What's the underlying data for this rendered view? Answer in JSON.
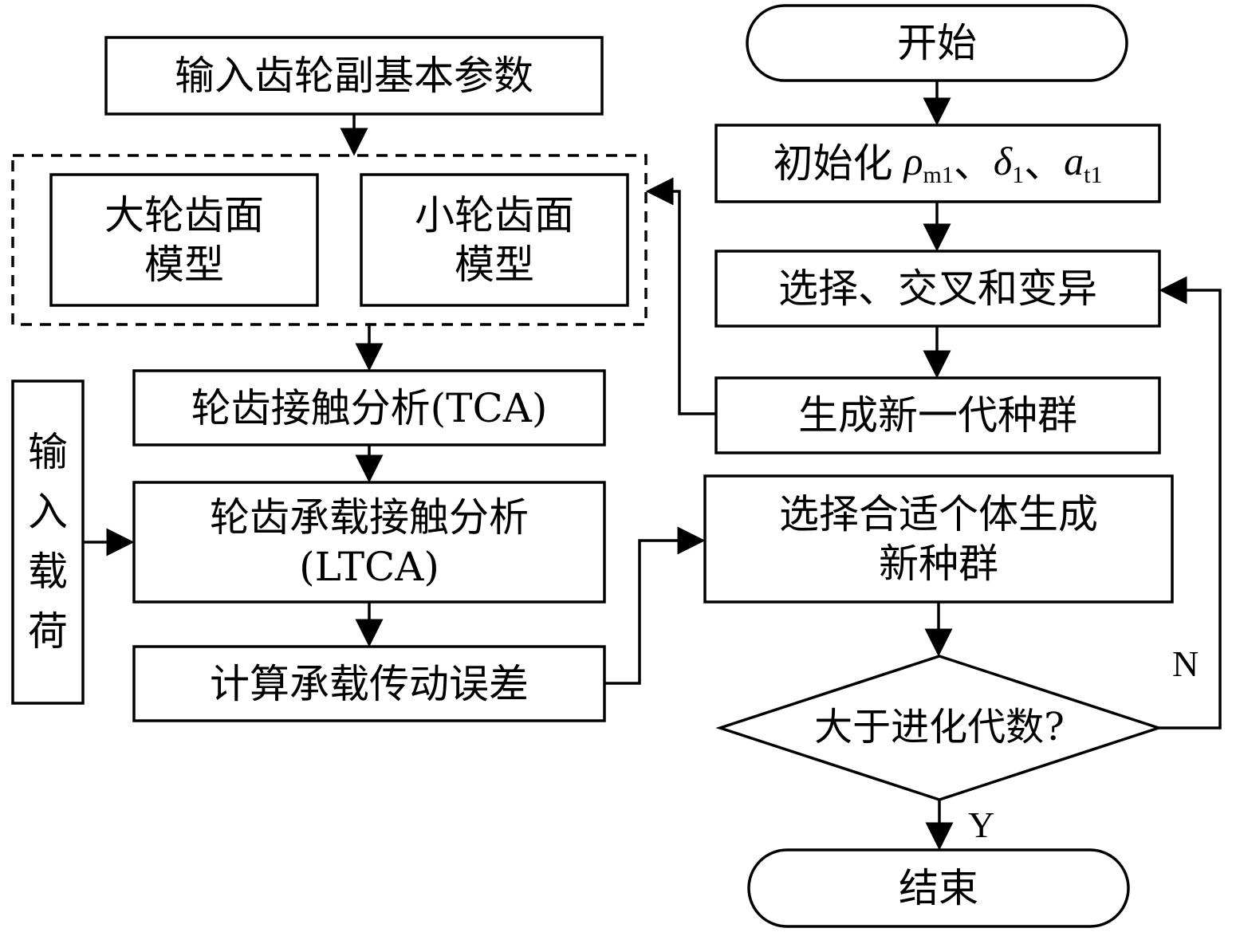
{
  "left": {
    "input_params": "输入齿轮副基本参数",
    "gear_model": "大轮齿面",
    "gear_model_line2": "模型",
    "pinion_model": "小轮齿面",
    "pinion_model_line2": "模型",
    "tca": "轮齿接触分析(TCA)",
    "ltca_line1": "轮齿承载接触分析",
    "ltca_line2": "(LTCA)",
    "calc_error": "计算承载传动误差",
    "input_load": [
      "输",
      "入",
      "载",
      "荷"
    ]
  },
  "right": {
    "start": "开始",
    "init_prefix": "初始化",
    "init_rho": "ρ",
    "init_rho_sub": "m1",
    "init_sep1": "、",
    "init_delta": "δ",
    "init_delta_sub": "1",
    "init_sep2": "、",
    "init_a": "a",
    "init_a_sub": "t1",
    "select_cross_mutate": "选择、交叉和变异",
    "new_generation": "生成新一代种群",
    "select_individuals_line1": "选择合适个体生成",
    "select_individuals_line2": "新种群",
    "decision": "大于进化代数?",
    "no_label": "N",
    "yes_label": "Y",
    "end": "结束"
  }
}
